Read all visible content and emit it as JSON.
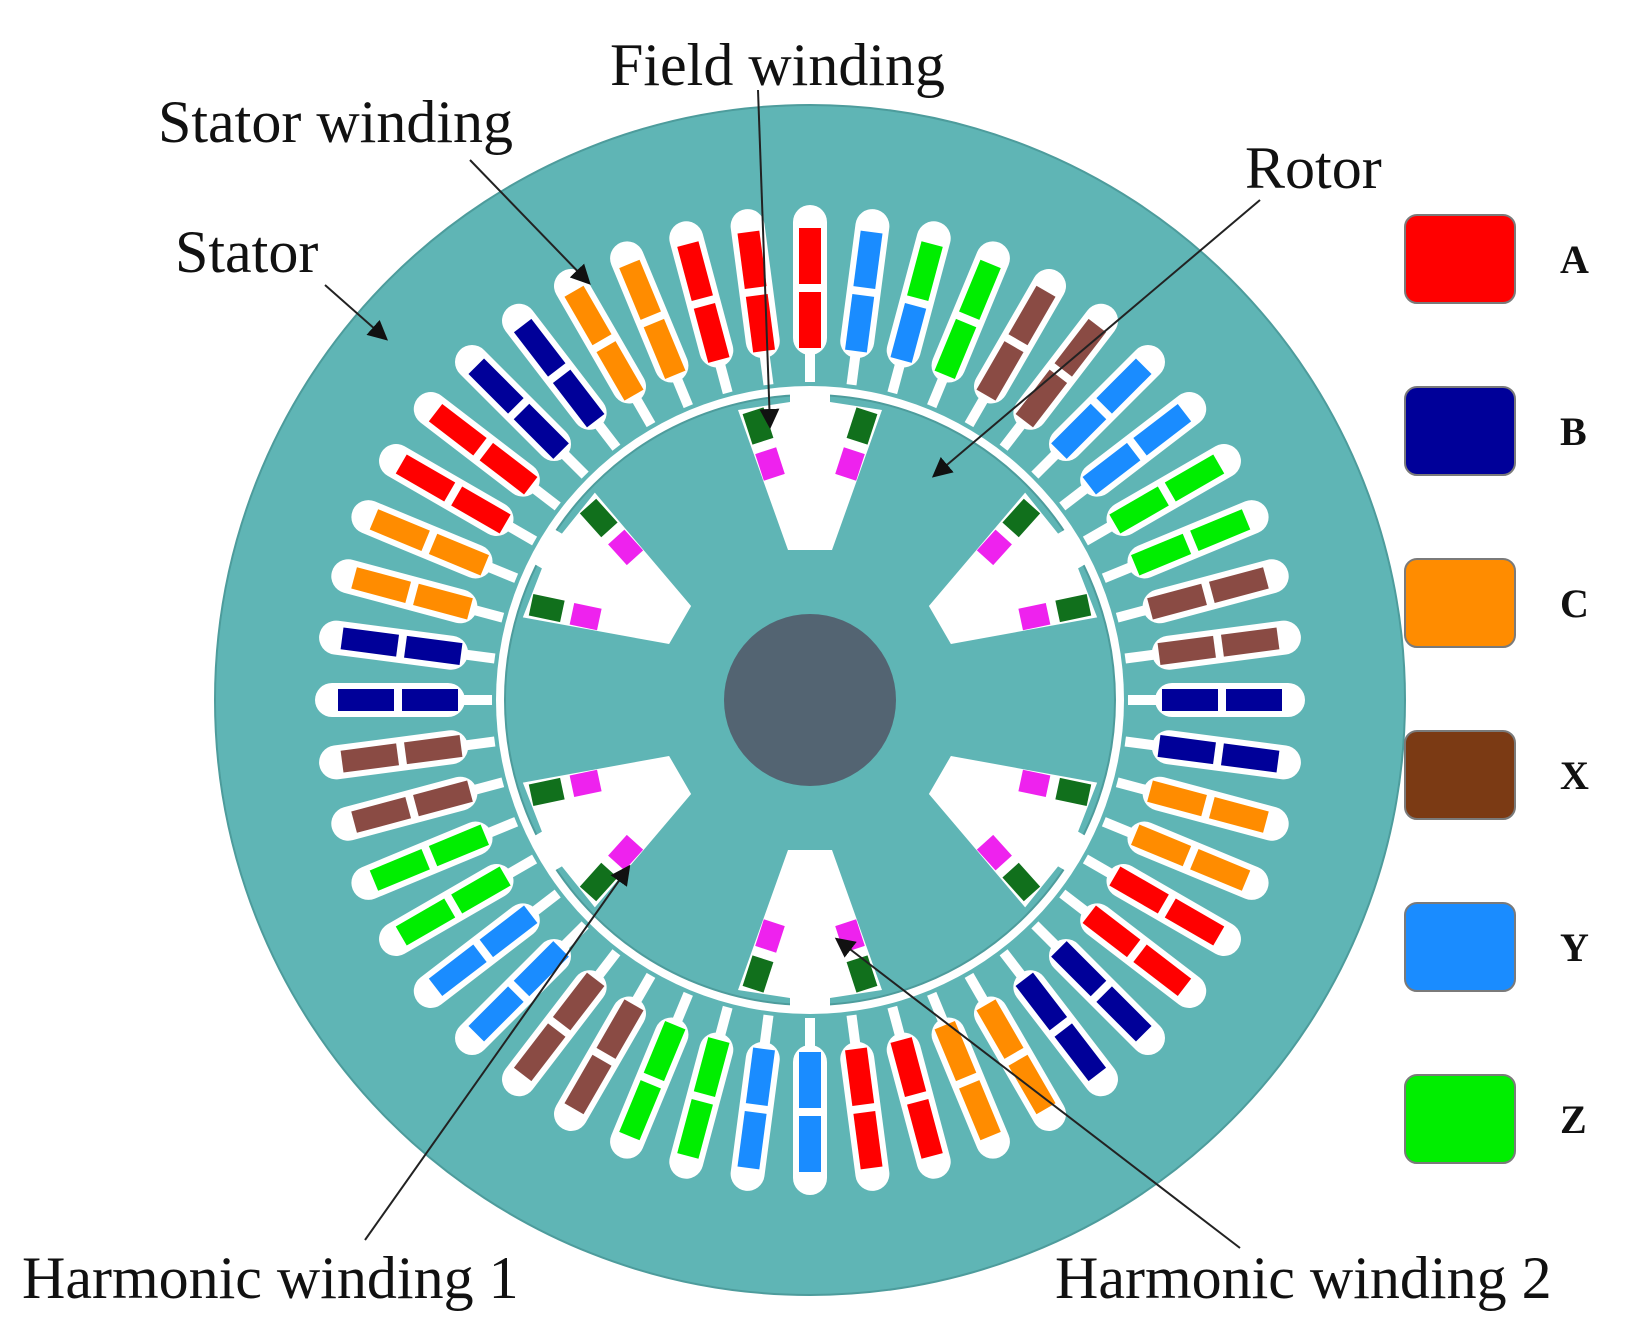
{
  "labels": {
    "field_winding": "Field winding",
    "stator_winding": "Stator winding",
    "rotor": "Rotor",
    "stator": "Stator",
    "harmonic_winding_1": "Harmonic winding 1",
    "harmonic_winding_2": "Harmonic winding 2"
  },
  "legend": [
    {
      "key": "A",
      "color": "#ff0000"
    },
    {
      "key": "B",
      "color": "#000099"
    },
    {
      "key": "C",
      "color": "#ff8c00"
    },
    {
      "key": "X",
      "color": "#7b3a14"
    },
    {
      "key": "Y",
      "color": "#1a8cff"
    },
    {
      "key": "Z",
      "color": "#00ee00"
    }
  ],
  "colors": {
    "core": "#5fb5b5",
    "shaft": "#536472",
    "slot": "#ffffff",
    "field_coil": "#11701c",
    "harmonic_coil": "#ee22ee",
    "x_coil": "#8a4b44"
  },
  "machine": {
    "stator_slots": 48,
    "rotor_poles": 6,
    "stator_slot_phases": [
      [
        "A",
        "A"
      ],
      [
        "Y",
        "Y"
      ],
      [
        "Y",
        "Z"
      ],
      [
        "Z",
        "Z"
      ],
      [
        "X",
        "X"
      ],
      [
        "X",
        "X"
      ],
      [
        "Y",
        "Y"
      ],
      [
        "Y",
        "Y"
      ],
      [
        "Z",
        "Z"
      ],
      [
        "Z",
        "Z"
      ],
      [
        "X",
        "X"
      ],
      [
        "X",
        "X"
      ],
      [
        "B",
        "B"
      ],
      [
        "B",
        "B"
      ],
      [
        "C",
        "C"
      ],
      [
        "C",
        "C"
      ],
      [
        "A",
        "A"
      ],
      [
        "A",
        "A"
      ],
      [
        "B",
        "B"
      ],
      [
        "B",
        "B"
      ],
      [
        "C",
        "C"
      ],
      [
        "C",
        "C"
      ],
      [
        "A",
        "A"
      ],
      [
        "A",
        "A"
      ],
      [
        "Y",
        "Y"
      ],
      [
        "Y",
        "Y"
      ],
      [
        "Z",
        "Z"
      ],
      [
        "Z",
        "Z"
      ],
      [
        "X",
        "X"
      ],
      [
        "X",
        "X"
      ],
      [
        "Y",
        "Y"
      ],
      [
        "Y",
        "Y"
      ],
      [
        "Z",
        "Z"
      ],
      [
        "Z",
        "Z"
      ],
      [
        "X",
        "X"
      ],
      [
        "X",
        "X"
      ],
      [
        "B",
        "B"
      ],
      [
        "B",
        "B"
      ],
      [
        "C",
        "C"
      ],
      [
        "C",
        "C"
      ],
      [
        "A",
        "A"
      ],
      [
        "A",
        "A"
      ],
      [
        "B",
        "B"
      ],
      [
        "B",
        "B"
      ],
      [
        "C",
        "C"
      ],
      [
        "C",
        "C"
      ],
      [
        "A",
        "A"
      ],
      [
        "A",
        "A"
      ]
    ]
  }
}
